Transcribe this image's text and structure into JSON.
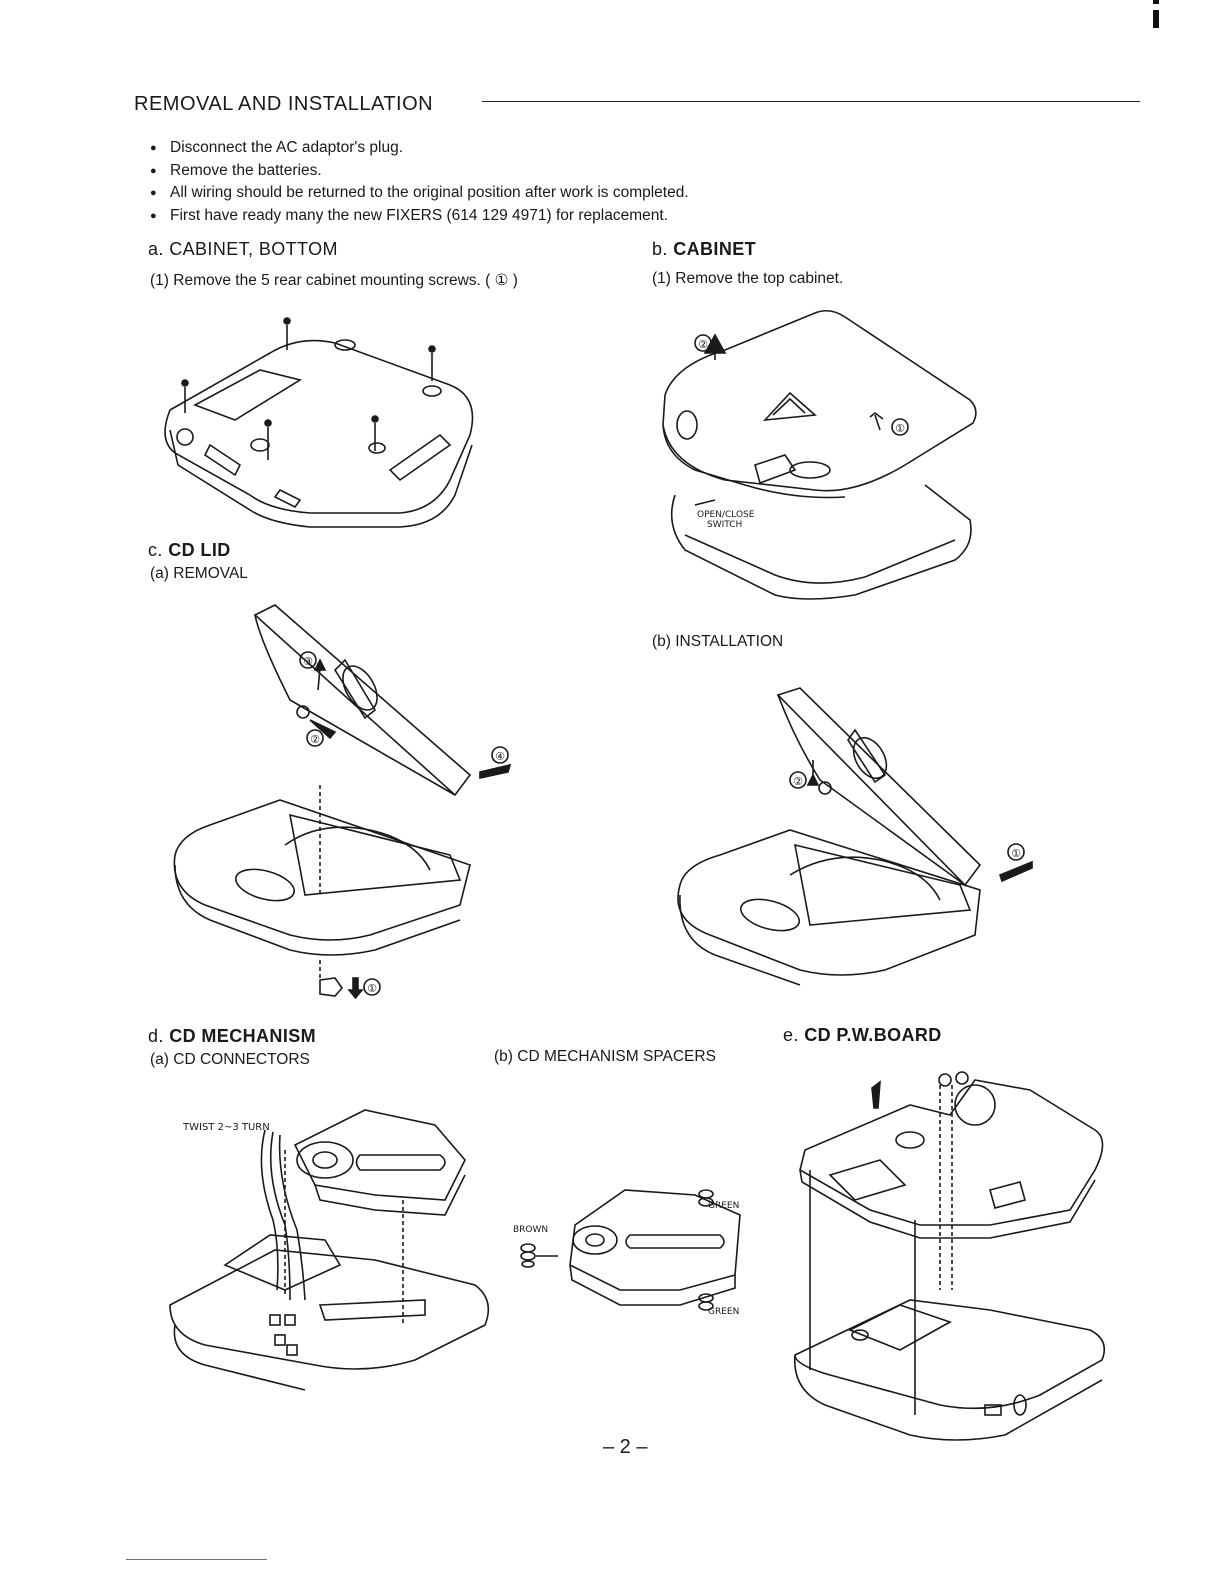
{
  "heading": "REMOVAL AND INSTALLATION",
  "bullets": [
    "Disconnect the AC adaptor's plug.",
    "Remove the batteries.",
    "All wiring should be returned to the original position after work is completed.",
    "First have ready many the new FIXERS (614 129 4971) for replacement."
  ],
  "sections": {
    "a": {
      "letter": "a.",
      "title": "CABINET, BOTTOM",
      "step1": "(1) Remove the 5 rear cabinet mounting screws. ( ① )"
    },
    "b": {
      "letter": "b.",
      "title": "CABINET",
      "step1": "(1) Remove the top cabinet.",
      "switch_label_1": "OPEN/CLOSE",
      "switch_label_2": "SWITCH"
    },
    "c": {
      "letter": "c.",
      "title": "CD LID",
      "removal": "(a)  REMOVAL",
      "installation": "(b)  INSTALLATION"
    },
    "d": {
      "letter": "d.",
      "title": "CD MECHANISM",
      "connectors": "(a)   CD CONNECTORS",
      "spacers": "(b)  CD MECHANISM SPACERS",
      "twist": "TWIST 2~3 TURN",
      "brown": "BROWN",
      "green": "GREEN"
    },
    "e": {
      "letter": "e.",
      "title": "CD P.W.BOARD"
    }
  },
  "markers": {
    "one": "①",
    "two": "②",
    "three": "③",
    "four": "④"
  },
  "page_number": "– 2 –"
}
